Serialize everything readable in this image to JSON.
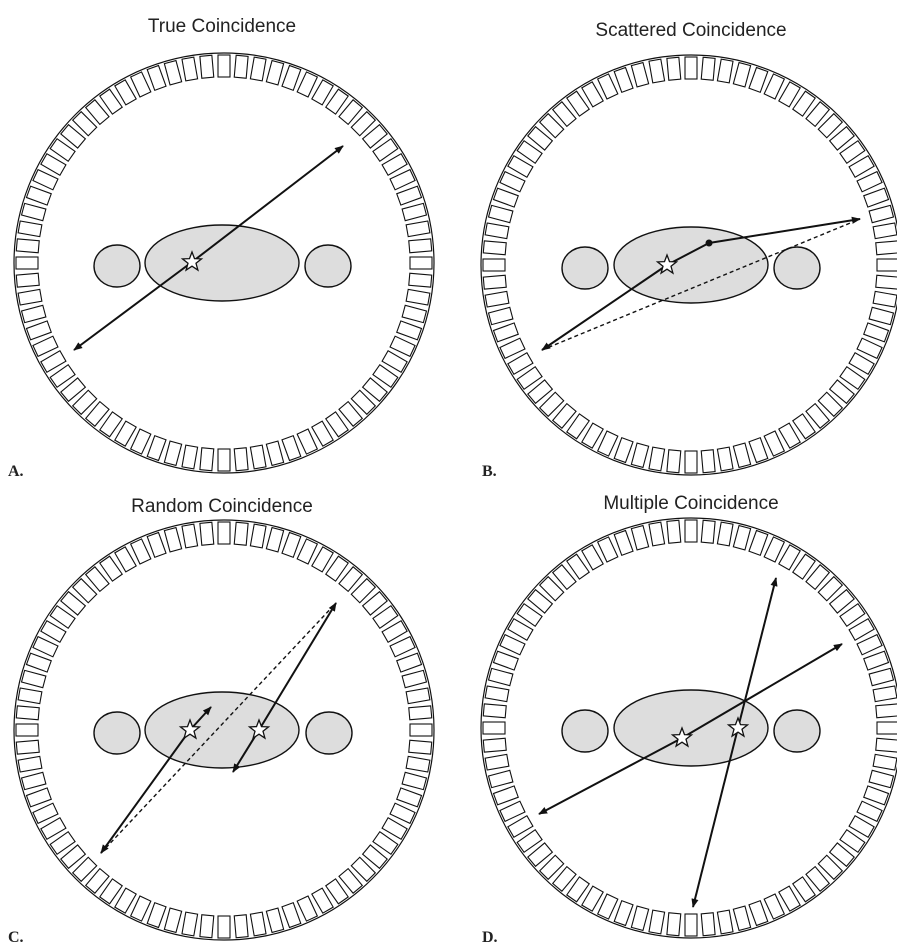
{
  "panels": [
    {
      "id": "A",
      "title": "True Coincidence",
      "label": "A."
    },
    {
      "id": "B",
      "title": "Scattered Coincidence",
      "label": "B."
    },
    {
      "id": "C",
      "title": "Random Coincidence",
      "label": "C."
    },
    {
      "id": "D",
      "title": "Multiple Coincidence",
      "label": "D."
    }
  ],
  "colors": {
    "line": "#111111",
    "phantom_fill": "#dddddd",
    "detector_fill": "#ffffff"
  }
}
